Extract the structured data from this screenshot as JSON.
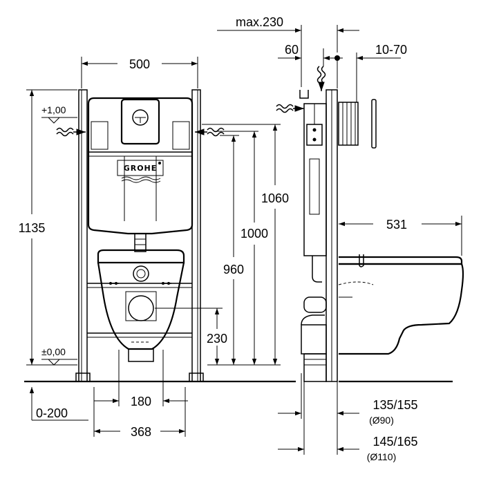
{
  "brand": {
    "logo": "GROHE"
  },
  "front_view": {
    "width_frame": "500",
    "height_total": "1135",
    "level_top": "+1,00",
    "level_floor": "±0,00",
    "height_1060": "1060",
    "height_1000": "1000",
    "height_960": "960",
    "height_230": "230",
    "spacing_180": "180",
    "width_368": "368",
    "adjust_0_200": "0-200"
  },
  "side_view": {
    "max_depth": "max.230",
    "offset_60": "60",
    "wall_10_70": "10-70",
    "projection_531": "531",
    "drain_135_155": "135/155",
    "drain_d90": "(Ø90)",
    "drain_145_165": "145/165",
    "drain_d110": "(Ø110)"
  }
}
